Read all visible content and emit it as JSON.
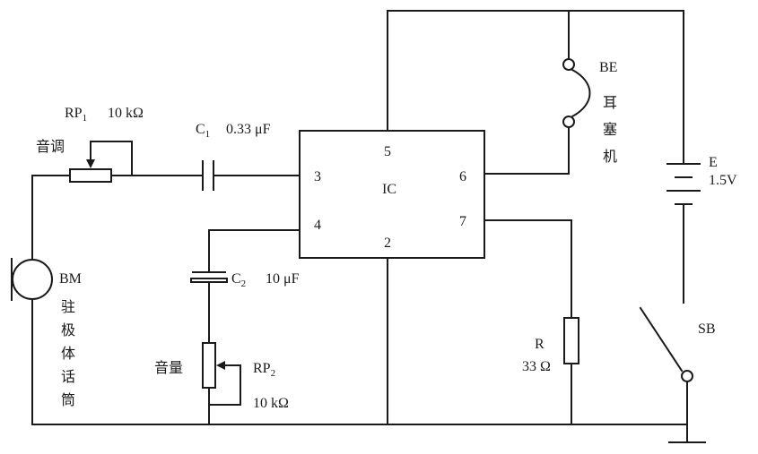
{
  "ic": {
    "label": "IC",
    "pins": {
      "p2": "2",
      "p3": "3",
      "p4": "4",
      "p5": "5",
      "p6": "6",
      "p7": "7"
    }
  },
  "rp1": {
    "name": "RP",
    "sub": "1",
    "value": "10 kΩ",
    "function": "音调"
  },
  "c1": {
    "name": "C",
    "sub": "1",
    "value": "0.33 μF"
  },
  "c2": {
    "name": "C",
    "sub": "2",
    "value": "10 μF"
  },
  "rp2": {
    "name": "RP",
    "sub": "2",
    "value": "10 kΩ",
    "function": "音量"
  },
  "bm": {
    "name": "BM",
    "desc": [
      "驻",
      "极",
      "体",
      "话",
      "筒"
    ]
  },
  "be": {
    "name": "BE",
    "desc": [
      "耳",
      "塞",
      "机"
    ]
  },
  "battery": {
    "name": "E",
    "value": "1.5V"
  },
  "switch": {
    "name": "SB"
  },
  "r": {
    "name": "R",
    "value": "33 Ω"
  }
}
